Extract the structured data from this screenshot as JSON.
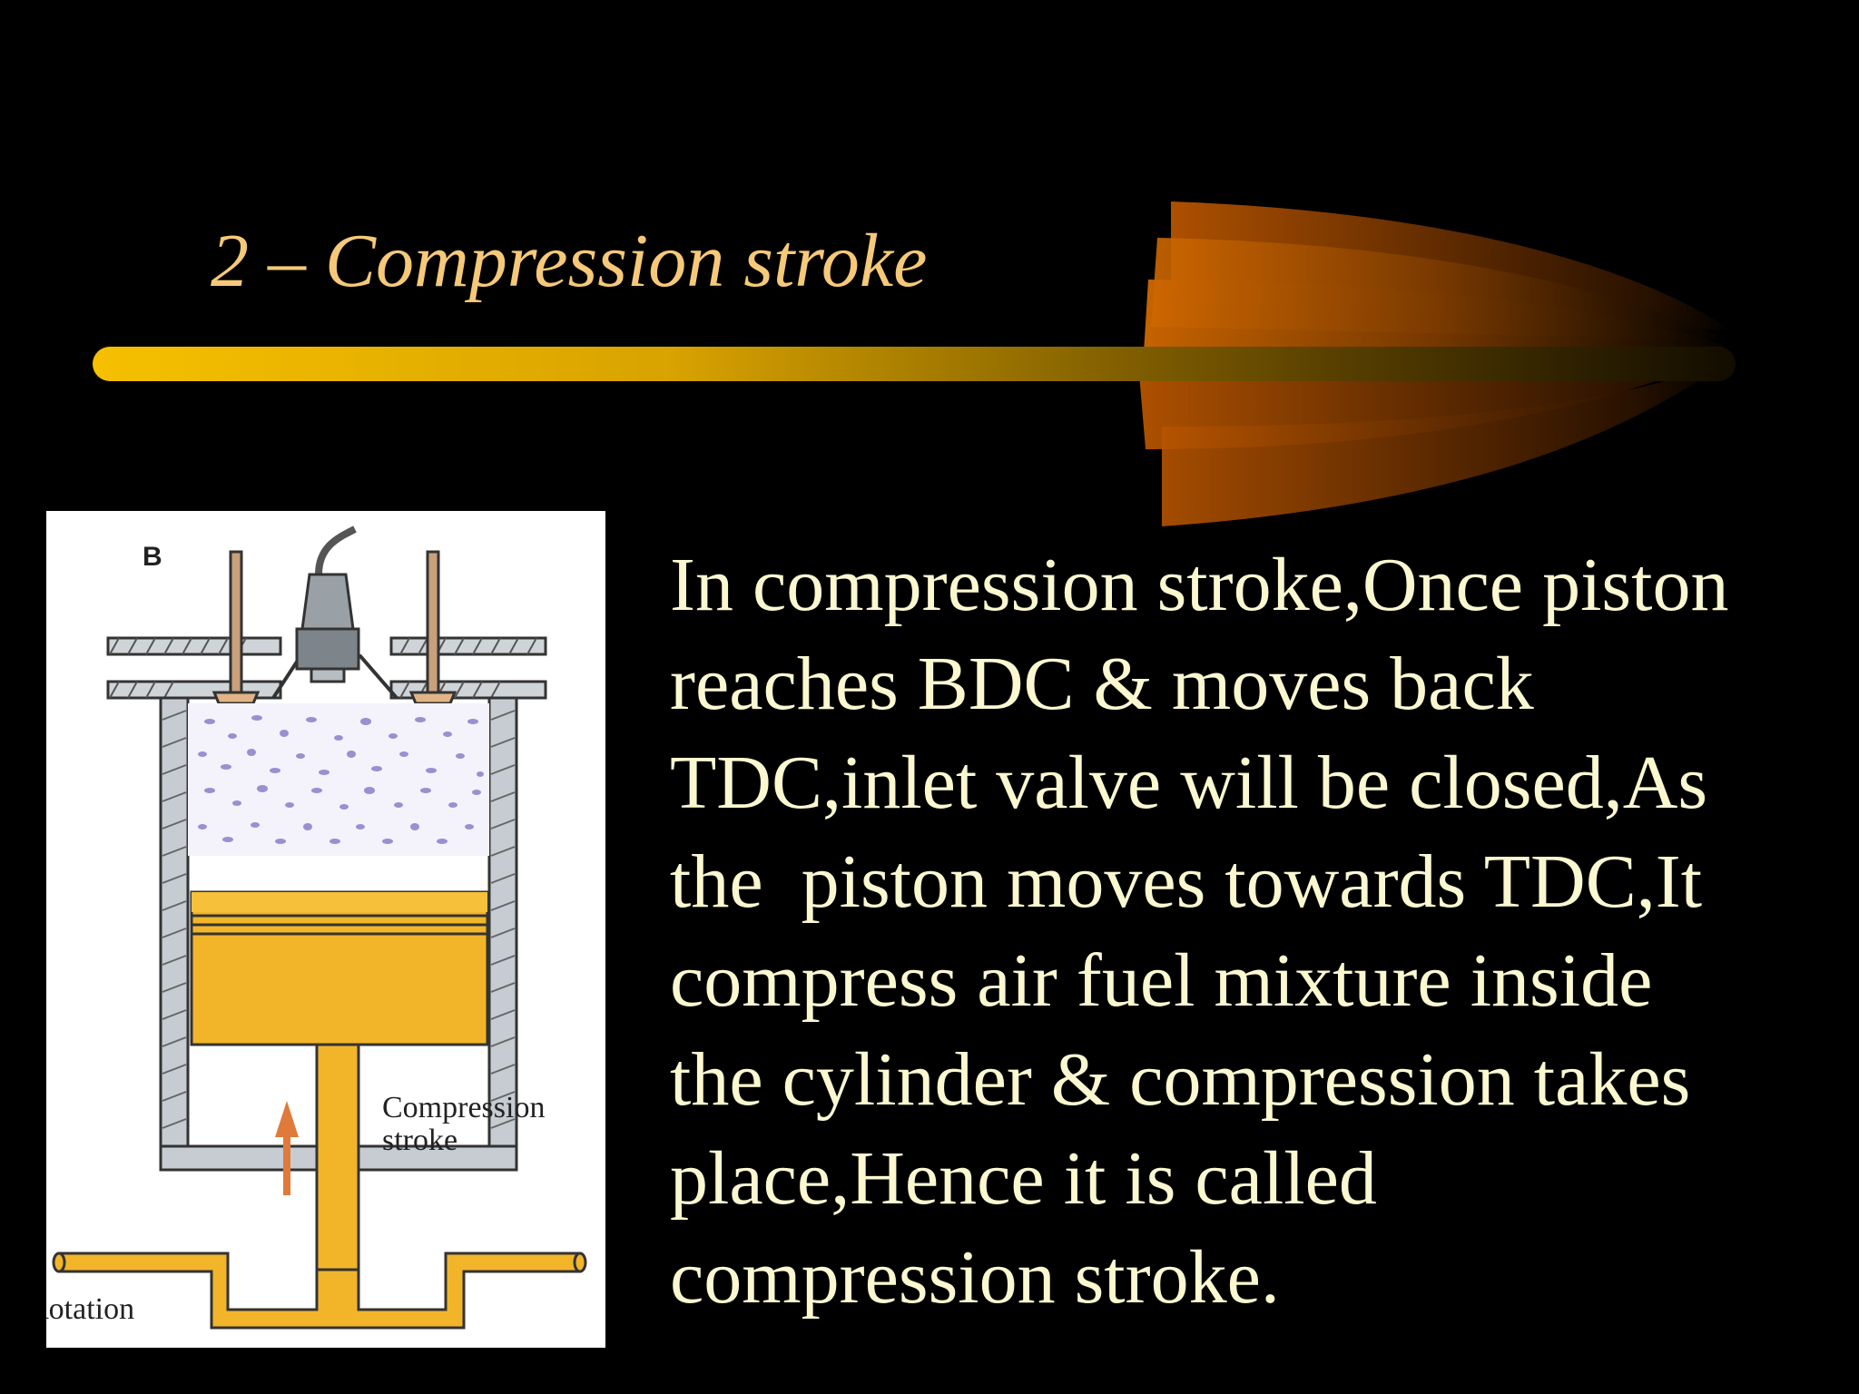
{
  "slide": {
    "title": "2 – Compression stroke",
    "body_lines": [
      "In compression stroke,Once piston",
      "reaches BDC & moves back",
      "TDC,inlet valve will be closed,As",
      "the  piston moves towards TDC,It",
      "compress air fuel mixture inside",
      "the cylinder & compression takes",
      "place,Hence it is called",
      "compression stroke."
    ]
  },
  "figure": {
    "panel_letter": "B",
    "label_stroke_line1": "Compression",
    "label_stroke_line2": "stroke",
    "label_rotation": "Rotation"
  },
  "colors": {
    "background": "#000000",
    "title": "#f6c978",
    "body_text": "#fbf8d0",
    "accent_gold": "#f5b800",
    "accent_orange": "#c05a00",
    "piston_yellow": "#f2b52a",
    "mixture_purple": "#9b8fd0"
  }
}
